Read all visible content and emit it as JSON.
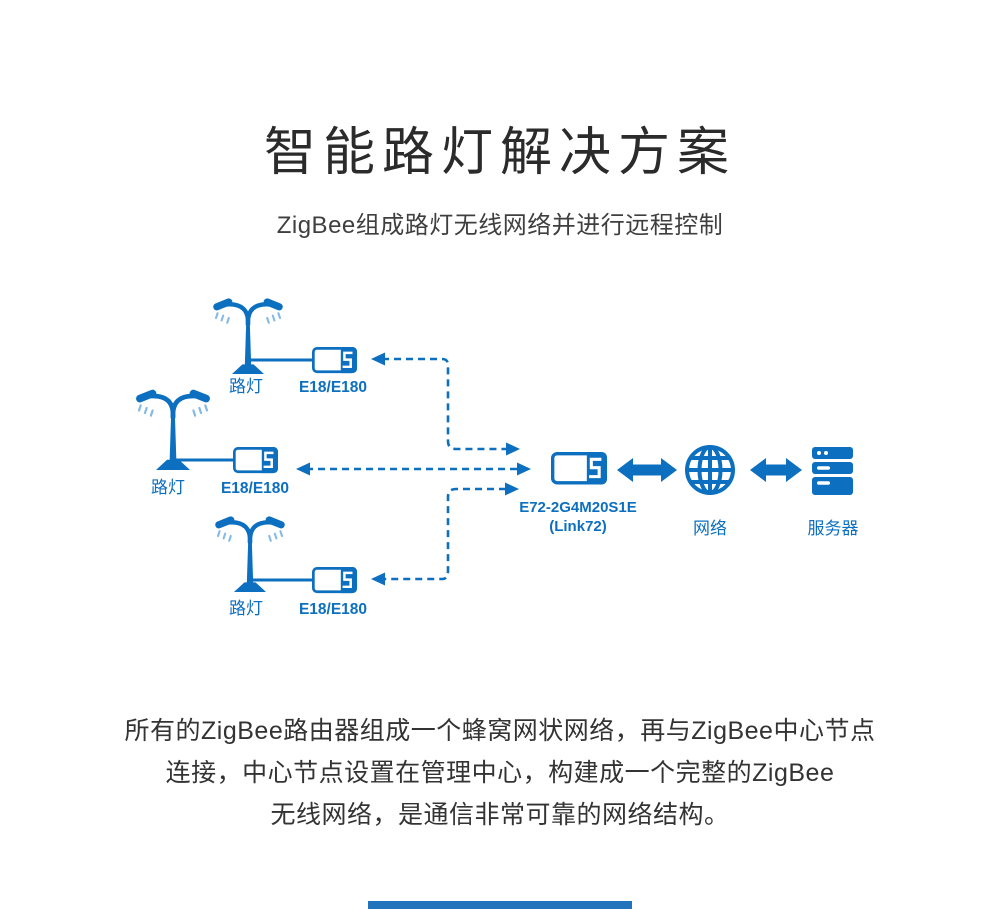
{
  "header": {
    "title": "智能路灯解决方案",
    "subtitle": "ZigBee组成路灯无线网络并进行远程控制"
  },
  "diagram": {
    "lights": [
      {
        "label": "路灯",
        "module": "E18/E180"
      },
      {
        "label": "路灯",
        "module": "E18/E180"
      },
      {
        "label": "路灯",
        "module": "E18/E180"
      }
    ],
    "gateway": {
      "model": "E72-2G4M20S1E",
      "variant": "(Link72)"
    },
    "network_label": "网络",
    "server_label": "服务器",
    "icons": {
      "light": "street-lamp-icon",
      "node_module": "rf-module-icon",
      "gateway": "rf-module-icon",
      "network": "globe-icon",
      "server": "server-icon",
      "links": "dashed-arrow",
      "backbone": "double-arrow"
    },
    "colors": {
      "primary": "#0d6fbf",
      "ray_light": "#85b9e6",
      "footer_bar": "#2173bb"
    }
  },
  "description": {
    "lines": [
      "所有的ZigBee路由器组成一个蜂窝网状网络，再与ZigBee中心节点",
      "连接，中心节点设置在管理中心，构建成一个完整的ZigBee",
      "无线网络，是通信非常可靠的网络结构。"
    ]
  }
}
